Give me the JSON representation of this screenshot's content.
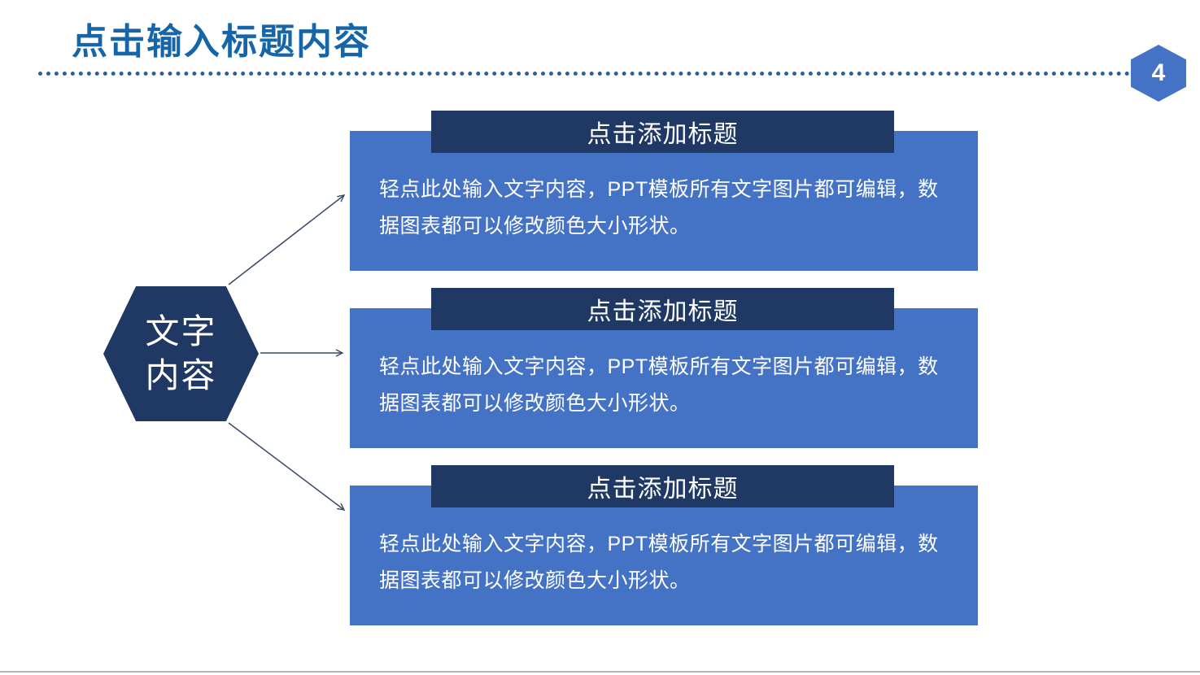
{
  "header": {
    "title": "点击输入标题内容",
    "page_number": "4"
  },
  "hexagon": {
    "line1": "文字",
    "line2": "内容"
  },
  "cards": [
    {
      "header": "点击添加标题",
      "body": "轻点此处输入文字内容，PPT模板所有文字图片都可编辑，数据图表都可以修改颜色大小形状。"
    },
    {
      "header": "点击添加标题",
      "body": "轻点此处输入文字内容，PPT模板所有文字图片都可编辑，数据图表都可以修改颜色大小形状。"
    },
    {
      "header": "点击添加标题",
      "body": "轻点此处输入文字内容，PPT模板所有文字图片都可编辑，数据图表都可以修改颜色大小形状。"
    }
  ],
  "colors": {
    "title": "#1565a8",
    "dots": "#2d5f9f",
    "navy": "#1f3864",
    "body": "#4472c4",
    "arrow": "#3a4a68"
  }
}
